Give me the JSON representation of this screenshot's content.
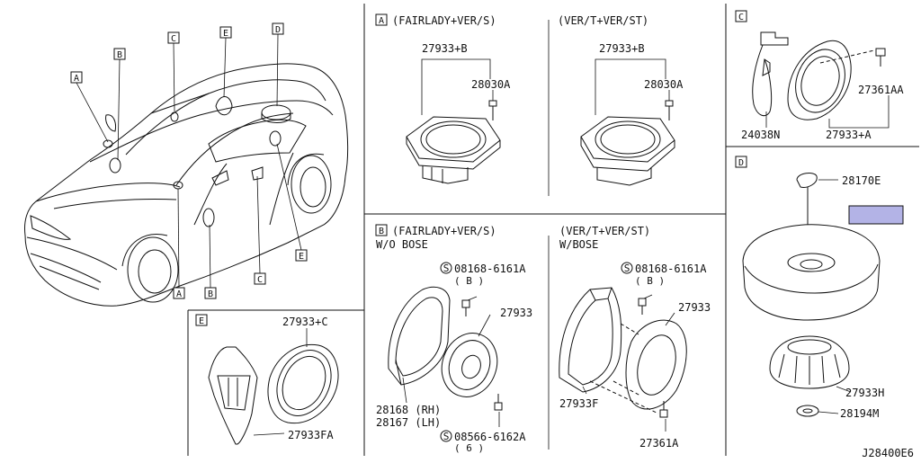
{
  "overview": {
    "callouts": [
      "A",
      "B",
      "C",
      "E",
      "D",
      "A",
      "B",
      "C",
      "E"
    ]
  },
  "panel_a": {
    "letter": "A",
    "left_title": "(FAIRLADY+VER/S)",
    "right_title": "(VER/T+VER/ST)",
    "left_speaker": "27933+B",
    "left_bolt": "28030A",
    "right_speaker": "27933+B",
    "right_bolt": "28030A"
  },
  "panel_b": {
    "letter": "B",
    "left_title_1": "(FAIRLADY+VER/S)",
    "left_title_2": "W/O BOSE",
    "right_title_1": "(VER/T+VER/ST)",
    "right_title_2": "W/BOSE",
    "left_screw": "08168-6161A",
    "left_screw_qty": "( B )",
    "left_speaker": "27933",
    "left_bracket_rh": "28168 (RH)",
    "left_bracket_lh": "28167 (LH)",
    "left_screw2": "08566-6162A",
    "left_screw2_qty": "( 6 )",
    "right_screw": "08168-6161A",
    "right_screw_qty": "( B )",
    "right_speaker": "27933",
    "right_bracket": "27933F",
    "right_bolt": "27361A",
    "s_mark": "S"
  },
  "panel_c": {
    "letter": "C",
    "harness": "24038N",
    "speaker": "27933+A",
    "bolt": "27361AA"
  },
  "panel_d": {
    "letter": "D",
    "bolt": "28170E",
    "spacer": "27933H",
    "nut": "28194M",
    "highlight_color": "#b3b3e6"
  },
  "panel_e": {
    "letter": "E",
    "speaker": "27933+C",
    "bracket": "27933FA"
  },
  "diagram_code": "J28400E6"
}
